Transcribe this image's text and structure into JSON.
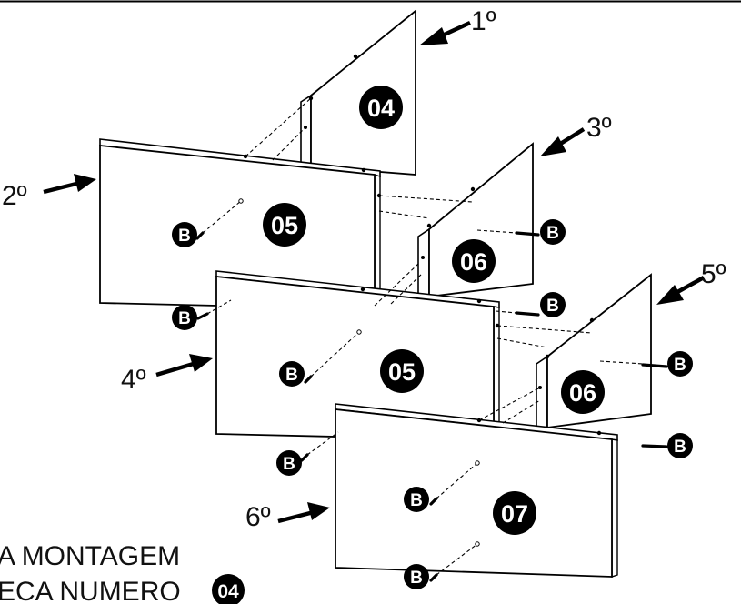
{
  "step_labels": [
    "1º",
    "2º",
    "3º",
    "4º",
    "5º",
    "6º"
  ],
  "part_numbers": {
    "back_panel": "04",
    "top_panel": "05",
    "upper_divider": "06",
    "middle_panel": "05",
    "lower_divider": "06",
    "bottom_panel": "07"
  },
  "screw_letter": "B",
  "caption": {
    "line1": "A MONTAGEM",
    "line2": "ECA NUMERO",
    "badge": "04"
  }
}
